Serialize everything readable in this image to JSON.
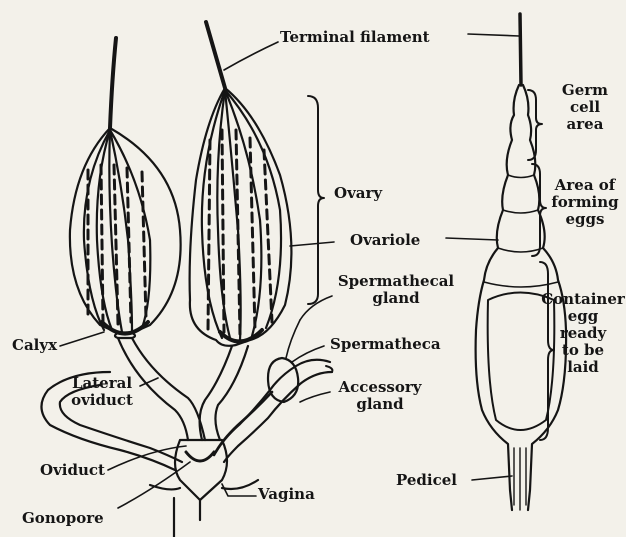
{
  "labels": {
    "terminal_filament": "Terminal filament",
    "ovary": "Ovary",
    "ovariole": "Ovariole",
    "spermathecal_gland_1": "Spermathecal",
    "spermathecal_gland_2": "gland",
    "spermatheca": "Spermatheca",
    "accessory_gland_1": "Accessory",
    "accessory_gland_2": "gland",
    "calyx": "Calyx",
    "lateral_oviduct_1": "Lateral",
    "lateral_oviduct_2": "oviduct",
    "oviduct": "Oviduct",
    "vagina": "Vagina",
    "gonopore": "Gonopore",
    "pedicel": "Pedicel",
    "germ_cell_area_1": "Germ",
    "germ_cell_area_2": "cell",
    "germ_cell_area_3": "area",
    "forming_eggs_1": "Area of",
    "forming_eggs_2": "forming",
    "forming_eggs_3": "eggs",
    "container_1": "Container",
    "container_2": "egg",
    "container_3": "ready",
    "container_4": "to be",
    "container_5": "laid"
  },
  "colors": {
    "ink": "#151515",
    "paper": "#f3f1ea"
  }
}
